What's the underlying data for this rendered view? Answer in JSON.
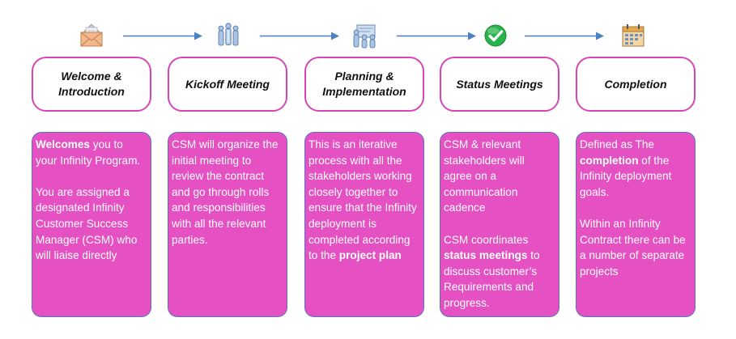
{
  "colors": {
    "accent_border": "#d845b7",
    "card_fill": "#e551c2",
    "card_border": "#5b72c9",
    "arrow": "#4a7fc1",
    "check_green": "#27b24a"
  },
  "steps": [
    {
      "title": "Welcome &\nIntroduction",
      "icon": "envelope-icon",
      "paragraphs": [
        [
          {
            "b": true,
            "t": "Welcomes"
          },
          {
            "b": false,
            "t": " you to your Infinity Program."
          }
        ],
        [
          {
            "b": false,
            "t": "You are assigned a designated Infinity Customer Success Manager (CSM) who will liaise directly"
          }
        ]
      ]
    },
    {
      "title": "Kickoff Meeting",
      "icon": "people-group-icon",
      "paragraphs": [
        [
          {
            "b": false,
            "t": "CSM will organize the initial meeting to review the contract and go through rolls and responsibilities with all the relevant parties."
          }
        ]
      ]
    },
    {
      "title": "Planning &\nImplementation",
      "icon": "team-planning-icon",
      "paragraphs": [
        [
          {
            "b": false,
            "t": "This is an iterative process with all the stakeholders working closely together to ensure that the Infinity deployment is completed according to the "
          },
          {
            "b": true,
            "t": "project plan"
          }
        ]
      ]
    },
    {
      "title": "Status Meetings",
      "icon": "checkmark-icon",
      "paragraphs": [
        [
          {
            "b": false,
            "t": "CSM & relevant stakeholders will agree on a communication cadence"
          }
        ],
        [
          {
            "b": false,
            "t": "CSM coordinates "
          },
          {
            "b": true,
            "t": "status meetings"
          },
          {
            "b": false,
            "t": " to discuss customer’s Requirements and progress."
          }
        ]
      ]
    },
    {
      "title": "Completion",
      "icon": "calendar-icon",
      "paragraphs": [
        [
          {
            "b": false,
            "t": "Defined as The "
          },
          {
            "b": true,
            "t": "completion"
          },
          {
            "b": false,
            "t": " of the Infinity deployment goals."
          }
        ],
        [
          {
            "b": false,
            "t": "Within an Infinity Contract there can be a number of separate projects"
          }
        ]
      ]
    }
  ]
}
